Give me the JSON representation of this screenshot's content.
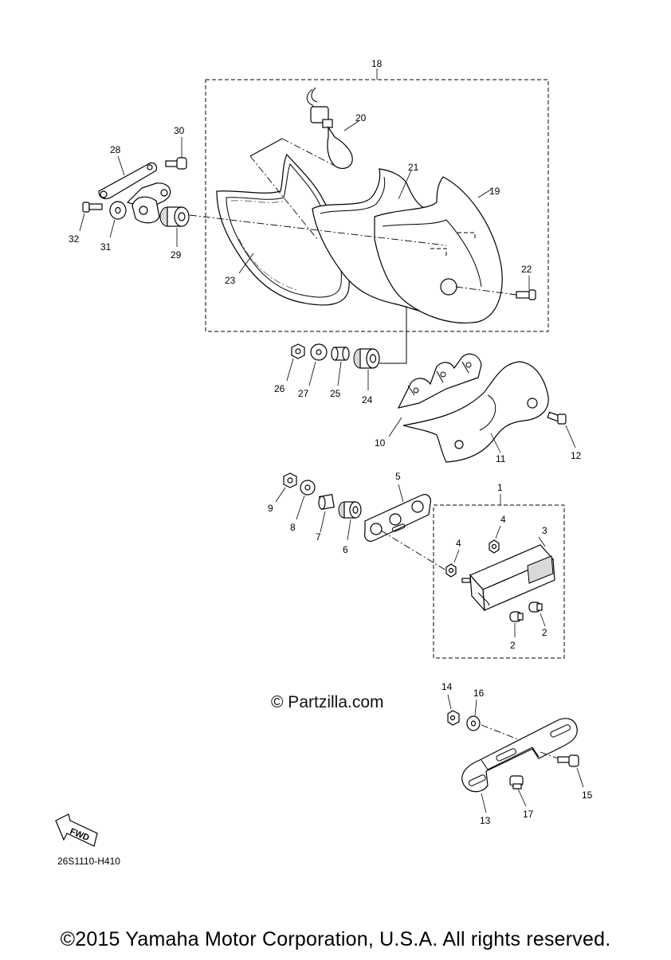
{
  "callouts": {
    "c1": "1",
    "c2a": "2",
    "c2b": "2",
    "c3": "3",
    "c4a": "4",
    "c4b": "4",
    "c5": "5",
    "c6": "6",
    "c7": "7",
    "c8": "8",
    "c9": "9",
    "c10": "10",
    "c11": "11",
    "c12": "12",
    "c13": "13",
    "c14": "14",
    "c15": "15",
    "c16": "16",
    "c17": "17",
    "c18": "18",
    "c19": "19",
    "c20": "20",
    "c21": "21",
    "c22": "22",
    "c23": "23",
    "c24": "24",
    "c25": "25",
    "c26": "26",
    "c27": "27",
    "c28": "28",
    "c29": "29",
    "c30": "30",
    "c31": "31",
    "c32": "32"
  },
  "fwd_label": "FWD",
  "diagram_code": "26S1110-H410",
  "watermark": "© Partzilla.com",
  "copyright": "©2015 Yamaha Motor Corporation, U.S.A. All rights reserved."
}
